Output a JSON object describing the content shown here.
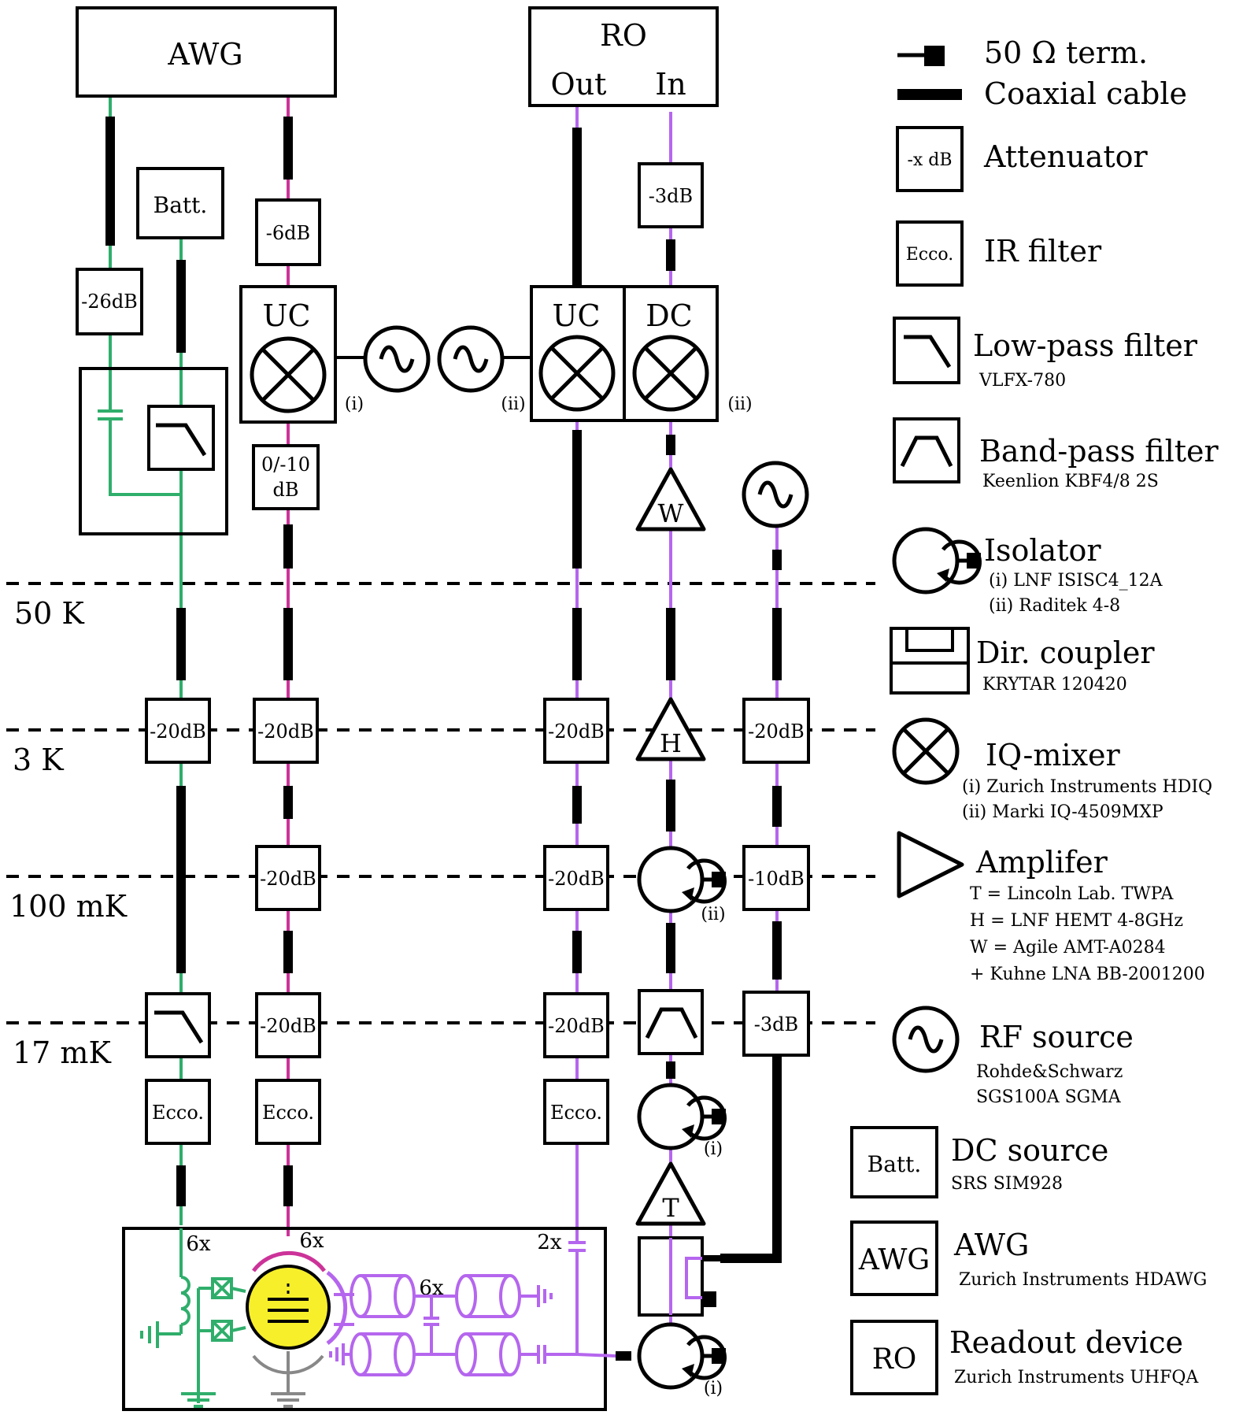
{
  "colors": {
    "green": "#2fae6b",
    "magenta": "#cc3399",
    "purple": "#b566ee",
    "yellow": "#f6ef2a",
    "gray": "#888888",
    "black": "#000000"
  },
  "instruments": {
    "awg": "AWG",
    "ro": "RO",
    "ro_out": "Out",
    "ro_in": "In",
    "batt": "Batt.",
    "uc": "UC",
    "dc": "DC"
  },
  "markers": {
    "i": "(i)",
    "ii": "(ii)"
  },
  "attenuators": {
    "a26": "-26dB",
    "a6": "-6dB",
    "a3": "-3dB",
    "a20": "-20dB",
    "a10": "-10dB",
    "a0_10_line1": "0/-10",
    "a0_10_line2": "dB"
  },
  "filters": {
    "ecco": "Ecco."
  },
  "amplifiers": {
    "w": "W",
    "h": "H",
    "t": "T"
  },
  "stages": [
    "50 K",
    "3 K",
    "100 mK",
    "17 mK"
  ],
  "multiplicity": {
    "m6": "6x",
    "m2": "2x"
  },
  "legend": {
    "term": "50 Ω term.",
    "coax": "Coaxial cable",
    "att_sym": "-x dB",
    "att": "Attenuator",
    "ecco_sym": "Ecco.",
    "ir": "IR filter",
    "lpf": "Low-pass filter",
    "lpf_model": "VLFX-780",
    "bpf": "Band-pass filter",
    "bpf_model": "Keenlion KBF4/8 2S",
    "iso": "Isolator",
    "iso_1": "(i) LNF ISISC4_12A",
    "iso_2": "(ii) Raditek 4-8",
    "dircoup": "Dir. coupler",
    "dircoup_model": "KRYTAR 120420",
    "iq": "IQ-mixer",
    "iq_1": "(i) Zurich Instruments HDIQ",
    "iq_2": "(ii) Marki IQ-4509MXP",
    "amp": "Amplifer",
    "amp_t": "T = Lincoln Lab. TWPA",
    "amp_h": "H = LNF HEMT 4-8GHz",
    "amp_w": "W = Agile AMT-A0284",
    "amp_w2": "+ Kuhne LNA BB-2001200",
    "rf": "RF source",
    "rf_1": "Rohde&Schwarz",
    "rf_2": "SGS100A SGMA",
    "batt_sym": "Batt.",
    "dc": "DC source",
    "dc_model": "SRS SIM928",
    "awg_sym": "AWG",
    "awg": "AWG",
    "awg_model": "Zurich Instruments HDAWG",
    "ro_sym": "RO",
    "ro": "Readout device",
    "ro_model": "Zurich Instruments UHFQA"
  }
}
